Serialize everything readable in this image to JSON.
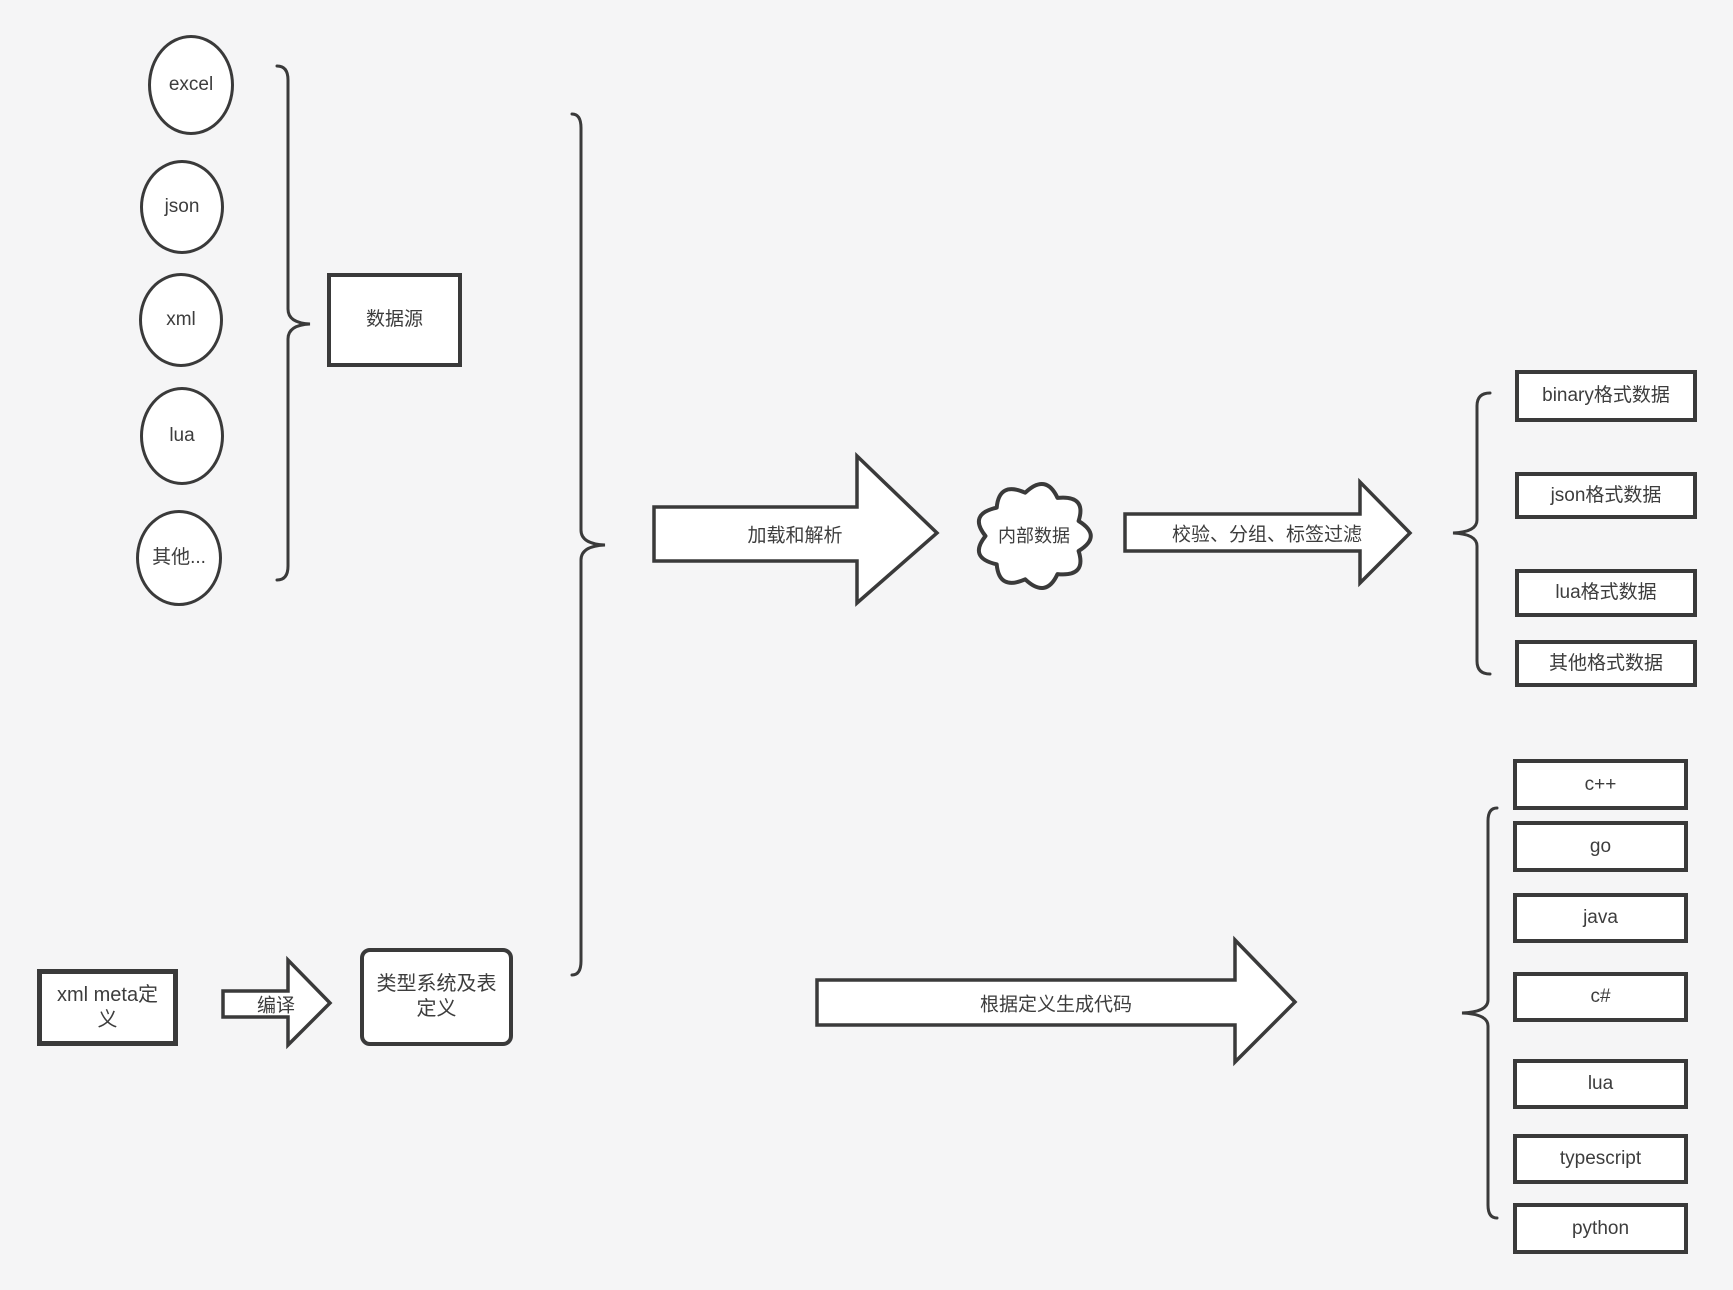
{
  "diagram": {
    "background_color": "#f5f5f6",
    "stroke_color": "#3a3a3a",
    "node_fill_color": "#ffffff",
    "text_color": "#3d3d3d"
  },
  "sources": {
    "items": [
      "excel",
      "json",
      "xml",
      "lua",
      "其他..."
    ],
    "group_label": "数据源"
  },
  "pipeline": {
    "load_arrow_label": "加载和解析",
    "internal_data_label": "内部数据",
    "filter_arrow_label": "校验、分组、标签过滤",
    "generate_arrow_label": "根据定义生成代码",
    "compile_arrow_label": "编译"
  },
  "definitions": {
    "meta_label": "xml meta定义",
    "type_system_label": "类型系统及表定义"
  },
  "outputs": {
    "data_formats": [
      "binary格式数据",
      "json格式数据",
      "lua格式数据",
      "其他格式数据"
    ],
    "languages": [
      "c++",
      "go",
      "java",
      "c#",
      "lua",
      "typescript",
      "python"
    ]
  }
}
